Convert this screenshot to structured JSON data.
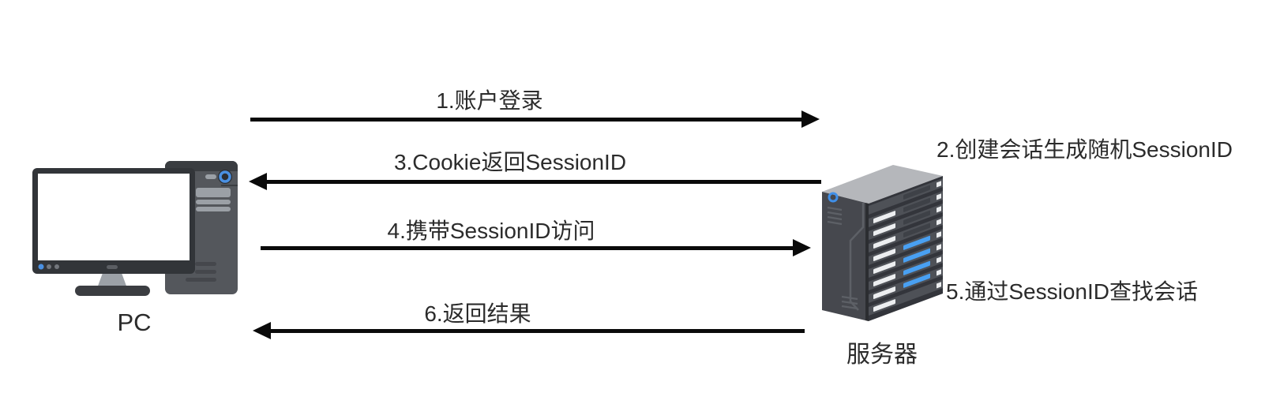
{
  "canvas": {
    "width": "1602",
    "height": "512",
    "background": "#ffffff"
  },
  "nodes": {
    "pc": {
      "label": "PC",
      "icon": "desktop-computer-icon"
    },
    "server": {
      "label": "服务器",
      "icon": "server-rack-icon"
    }
  },
  "flows": [
    {
      "step": "1",
      "label": "1.账户登录",
      "direction": "right",
      "from": "pc",
      "to": "server"
    },
    {
      "step": "3",
      "label": "3.Cookie返回SessionID",
      "direction": "left",
      "from": "server",
      "to": "pc"
    },
    {
      "step": "4",
      "label": "4.携带SessionID访问",
      "direction": "right",
      "from": "pc",
      "to": "server"
    },
    {
      "step": "6",
      "label": "6.返回结果",
      "direction": "left",
      "from": "server",
      "to": "pc"
    }
  ],
  "server_notes": [
    {
      "step": "2",
      "label": "2.创建会话生成随机SessionID"
    },
    {
      "step": "5",
      "label": "5.通过SessionID查找会话"
    }
  ],
  "colors": {
    "arrow": "#0a0a0a",
    "text": "#2b2b2b",
    "accent_blue": "#4a90e2",
    "server_blue_led": "#49a0f2",
    "device_body_gray": "#54575c",
    "device_light_gray": "#9ba0a6",
    "server_top_gray": "#b5b7bb",
    "server_face_dark": "#33353b"
  }
}
